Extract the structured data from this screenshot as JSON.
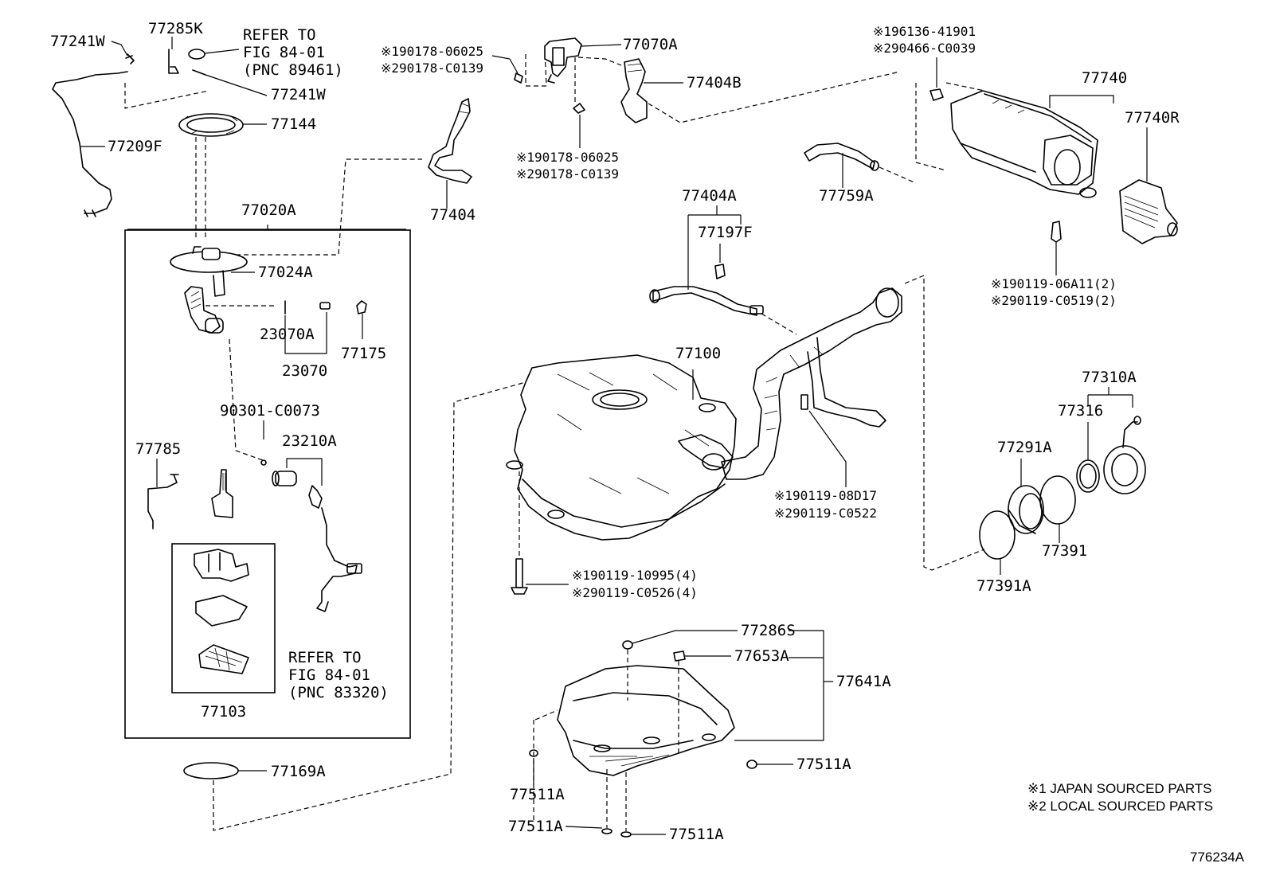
{
  "callouts": {
    "p77241W_a": "77241W",
    "p77285K": "77285K",
    "refer_a": [
      "REFER TO",
      "FIG 84-01",
      "(PNC 89461)"
    ],
    "p77241W_b": "77241W",
    "p77144": "77144",
    "p77209F": "77209F",
    "p77020A": "77020A",
    "p77024A": "77024A",
    "p23070A": "23070A",
    "p23070": "23070",
    "p77175": "77175",
    "p90301": "90301-C0073",
    "p23210A": "23210A",
    "p77785": "77785",
    "refer_b": [
      "REFER TO",
      "FIG 84-01",
      "(PNC 83320)"
    ],
    "p77103": "77103",
    "p77169A": "77169A",
    "c_top_left": [
      "※190178-06025",
      "※290178-C0139"
    ],
    "p77070A": "77070A",
    "p77404B": "77404B",
    "c_mid": [
      "※190178-06025",
      "※290178-C0139"
    ],
    "p77404": "77404",
    "c_top_right": [
      "※196136-41901",
      "※290466-C0039"
    ],
    "p77740": "77740",
    "p77740R": "77740R",
    "p77759A": "77759A",
    "c_canister": [
      "※190119-06A11(2)",
      "※290119-C0519(2)"
    ],
    "p77404A": "77404A",
    "p77197F": "77197F",
    "p77100": "77100",
    "c_filler": [
      "※190119-08D17",
      "※290119-C0522"
    ],
    "p77310A": "77310A",
    "p77316": "77316",
    "p77291A": "77291A",
    "p77391": "77391",
    "p77391A": "77391A",
    "c_tank": [
      "※190119-10995(4)",
      "※290119-C0526(4)"
    ],
    "p77286S": "77286S",
    "p77653A": "77653A",
    "p77641A": "77641A",
    "p77511A_r": "77511A",
    "p77511A_l": "77511A",
    "p77511A_bl": "77511A",
    "p77511A_br": "77511A"
  },
  "legend": [
    "※1 JAPAN SOURCED PARTS",
    "※2 LOCAL SOURCED PARTS"
  ],
  "figure_id": "776234A"
}
